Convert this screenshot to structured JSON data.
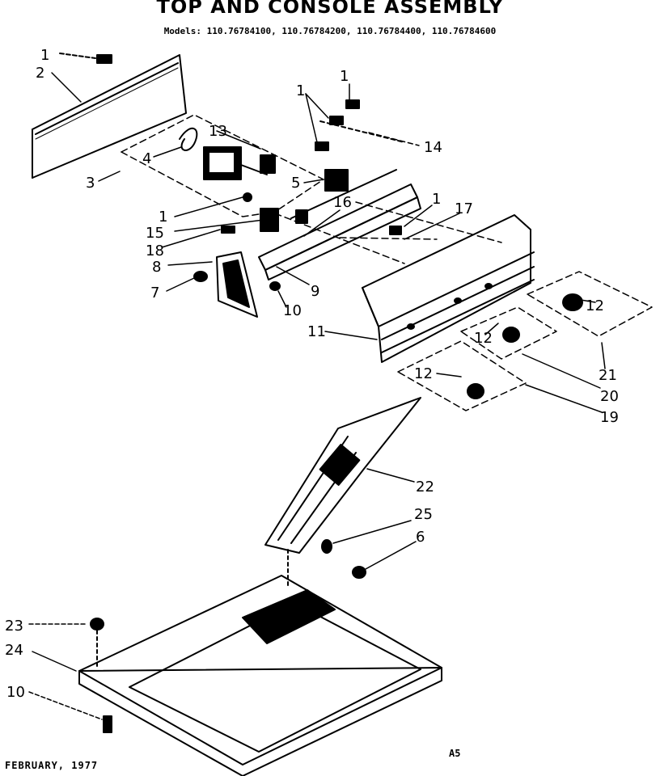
{
  "title": "TOP AND CONSOLE ASSEMBLY",
  "models": "Models: 110.76784100, 110.76784200, 110.76784400, 110.76784600",
  "footer": {
    "date": "FEBRUARY, 1977",
    "code": "A5"
  },
  "callouts": [
    "1",
    "2",
    "3",
    "4",
    "13",
    "1",
    "1",
    "14",
    "5",
    "16",
    "1",
    "17",
    "1",
    "15",
    "18",
    "8",
    "7",
    "9",
    "10",
    "11",
    "12",
    "12",
    "12",
    "21",
    "20",
    "19",
    "22",
    "25",
    "6",
    "23",
    "24",
    "10"
  ]
}
